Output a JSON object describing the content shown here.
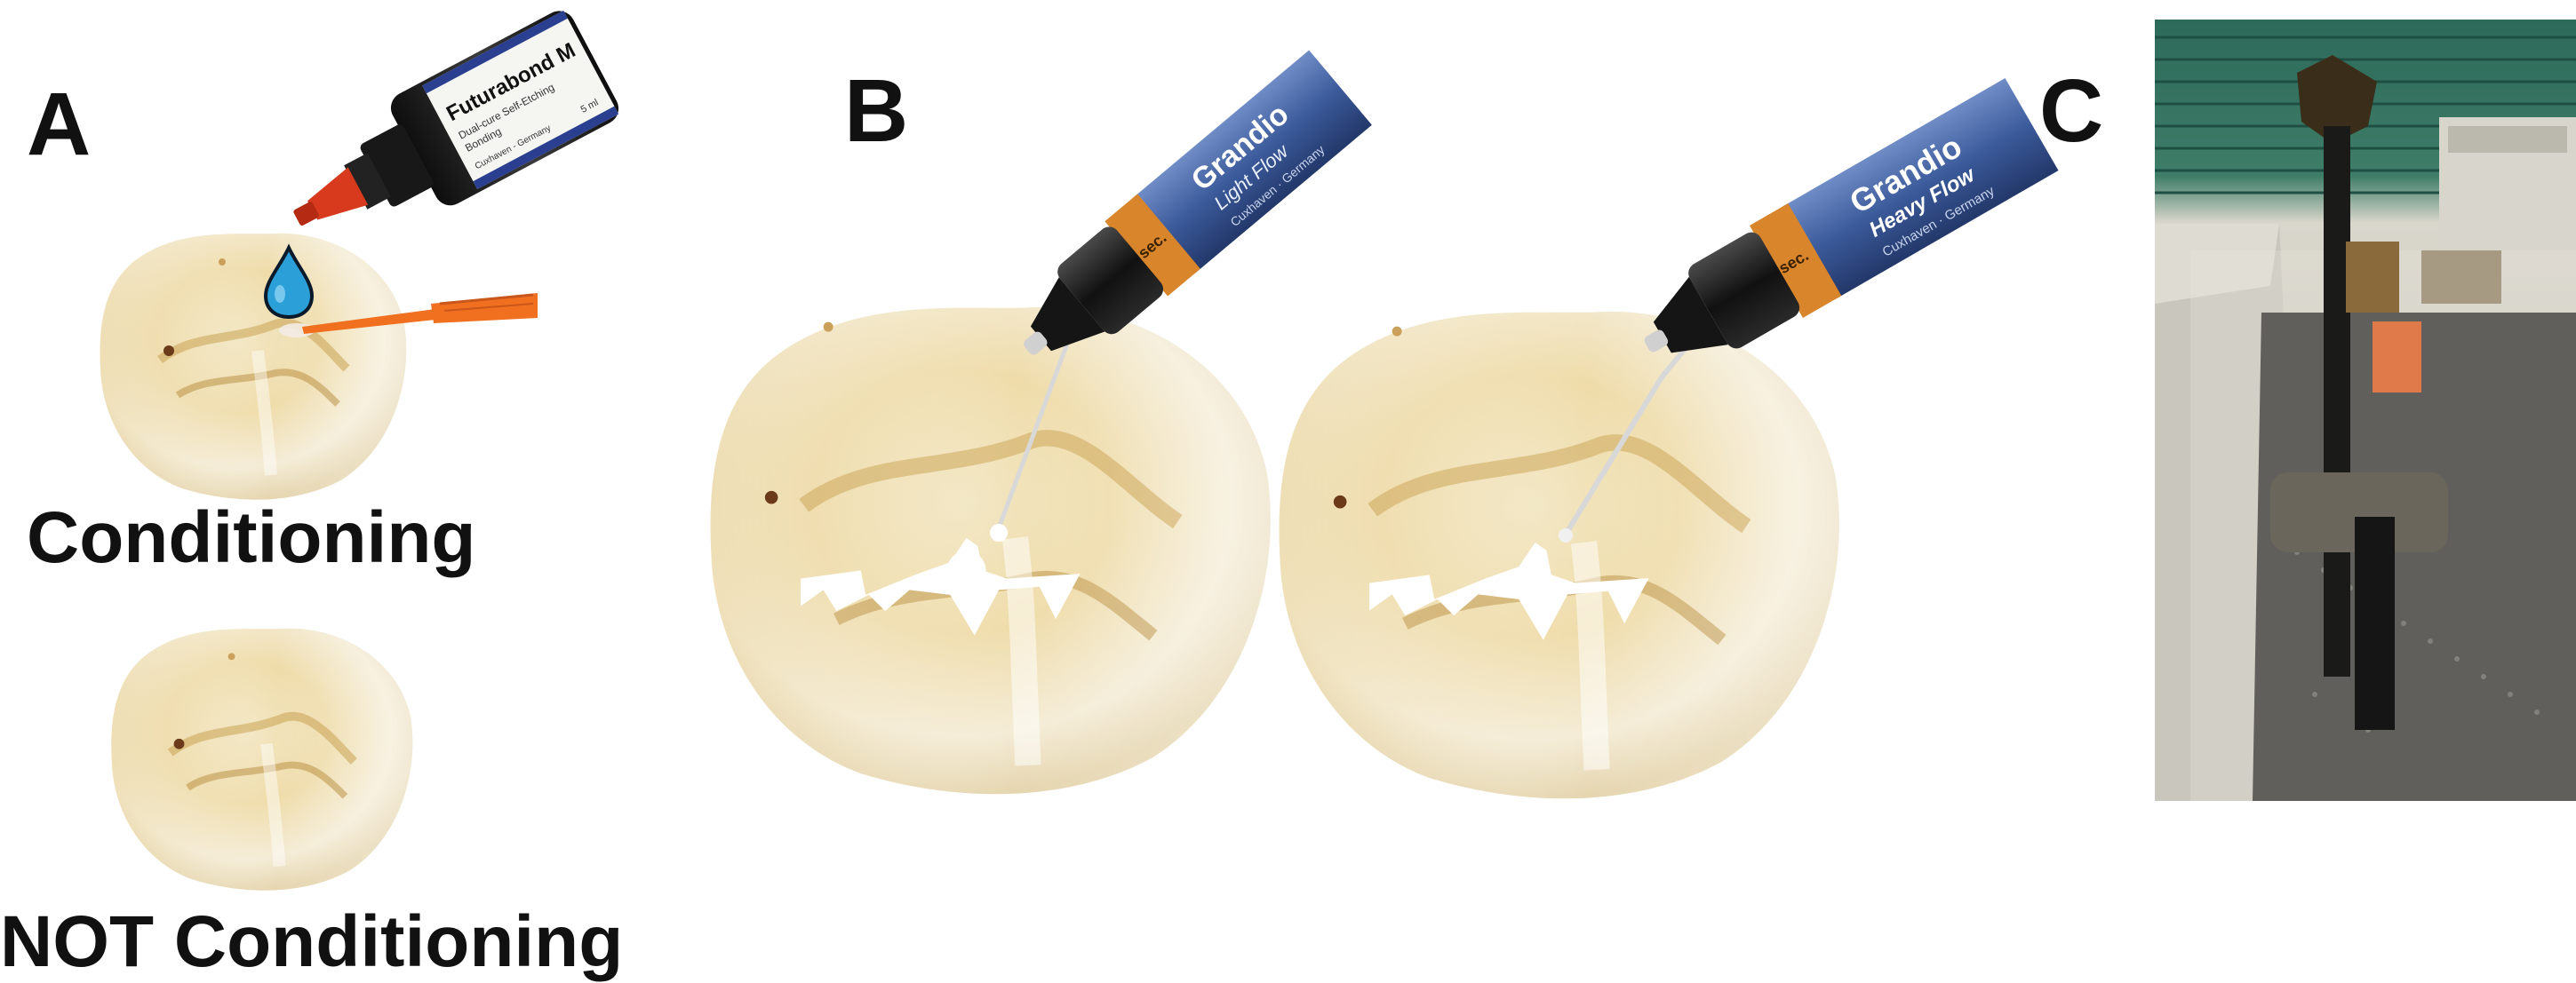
{
  "panels": {
    "a": {
      "letter": "A",
      "caption_top": "Conditioning",
      "caption_bottom": "NOT Conditioning",
      "bottle_label": "Futurabond M",
      "bottle_sub1": "Dual-cure Self-Etching",
      "bottle_sub2": "Bonding",
      "bottle_sub3": "5 ml",
      "bottle_origin": "Cuxhaven - Germany"
    },
    "b": {
      "letter": "B",
      "tube_left_brand": "Grandio",
      "tube_left_variant": "Light Flow",
      "tube_left_origin": "Cuxhaven · Germany",
      "tube_right_brand": "Grandio",
      "tube_right_variant": "Heavy Flow",
      "tube_right_origin": "Cuxhaven · Germany",
      "tube_band": "sec."
    },
    "c": {
      "letter": "C"
    }
  },
  "colors": {
    "tooth_light": "#f3ead0",
    "tooth_yellow": "#e2c27a",
    "tube_blue": "#3b5a9a",
    "tube_orange": "#d9852b",
    "drop_blue": "#2a9fd8",
    "brush_orange": "#f07020",
    "bottle_red": "#d83a1e"
  }
}
